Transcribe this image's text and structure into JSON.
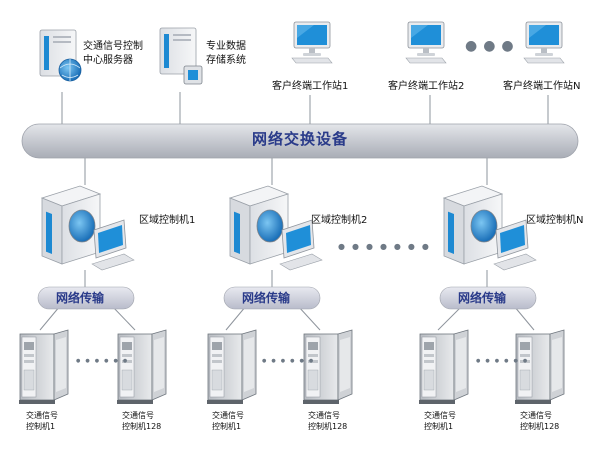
{
  "top": {
    "server_center": {
      "line1": "交通信号控制",
      "line2": "中心服务器"
    },
    "server_storage": {
      "line1": "专业数据",
      "line2": "存储系统"
    },
    "workstations": [
      "客户终端工作站1",
      "客户终端工作站2",
      "客户终端工作站N"
    ]
  },
  "bus_label": "网络交换设备",
  "regions": [
    {
      "label": "区域控制机1",
      "transport": "网络传输",
      "cabinets": [
        {
          "line1": "交通信号",
          "line2": "控制机1"
        },
        {
          "line1": "交通信号",
          "line2": "控制机128"
        }
      ]
    },
    {
      "label": "区域控制机2",
      "transport": "网络传输",
      "cabinets": [
        {
          "line1": "交通信号",
          "line2": "控制机1"
        },
        {
          "line1": "交通信号",
          "line2": "控制机128"
        }
      ]
    },
    {
      "label": "区域控制机N",
      "transport": "网络传输",
      "cabinets": [
        {
          "line1": "交通信号",
          "line2": "控制机1"
        },
        {
          "line1": "交通信号",
          "line2": "控制机128"
        }
      ]
    }
  ],
  "colors": {
    "bus_fill": "#c9ccd3",
    "pill_fill": "#d4d6e2",
    "screen_blue": "#1e8ed6",
    "text_blue": "#2a3b8a"
  }
}
